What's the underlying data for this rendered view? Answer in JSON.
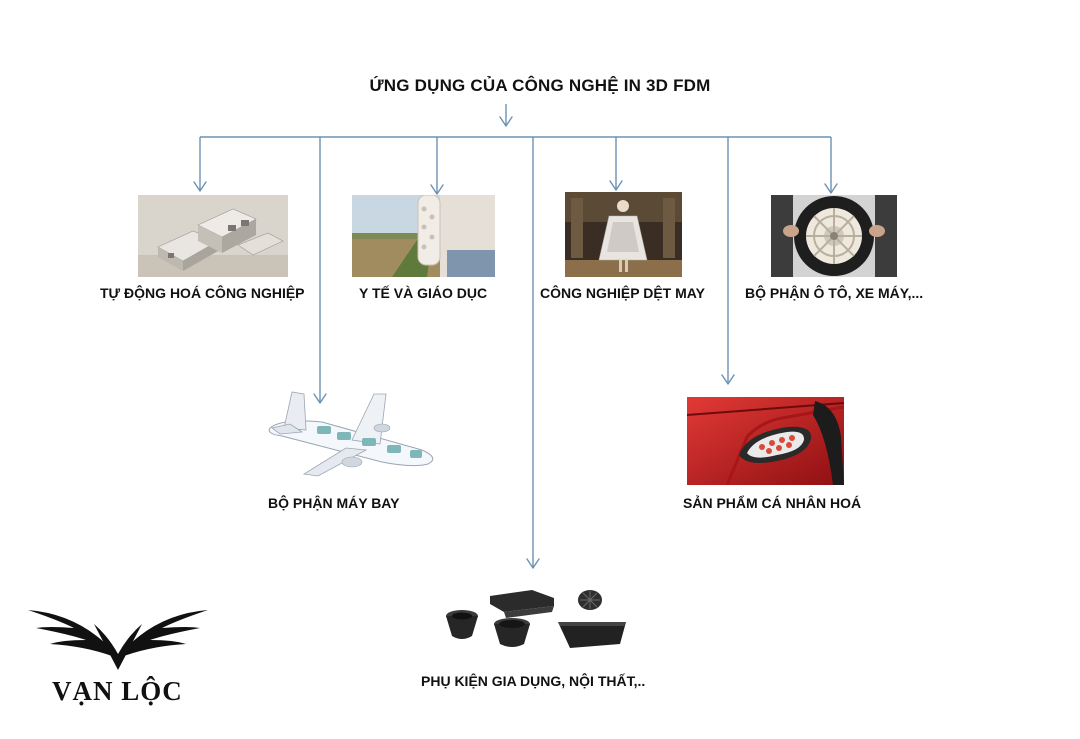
{
  "title": "ỨNG DỤNG CỦA CÔNG NGHỆ IN 3D FDM",
  "applications": [
    {
      "label": "TỰ ĐỘNG HOÁ CÔNG NGHIỆP",
      "icon": "building-model-image"
    },
    {
      "label": "BỘ PHẬN MÁY BAY",
      "icon": "airplane-image"
    },
    {
      "label": "Y TẾ VÀ GIÁO DỤC",
      "icon": "arm-cast-image"
    },
    {
      "label": "PHỤ KIỆN GIA DỤNG, NỘI THẤT,..",
      "icon": "household-parts-image"
    },
    {
      "label": "CÔNG NGHIỆP DỆT MAY",
      "icon": "fashion-dress-image"
    },
    {
      "label": "SẢN PHẨM CÁ NHÂN HOÁ",
      "icon": "car-door-handle-image"
    },
    {
      "label": "BỘ PHẬN Ô TÔ, XE MÁY,...",
      "icon": "wheel-image"
    }
  ],
  "logo": {
    "text": "VẠN LỘC",
    "icon": "wings-logo-icon"
  },
  "colors": {
    "connector": "#6d92b3",
    "text": "#111111"
  }
}
